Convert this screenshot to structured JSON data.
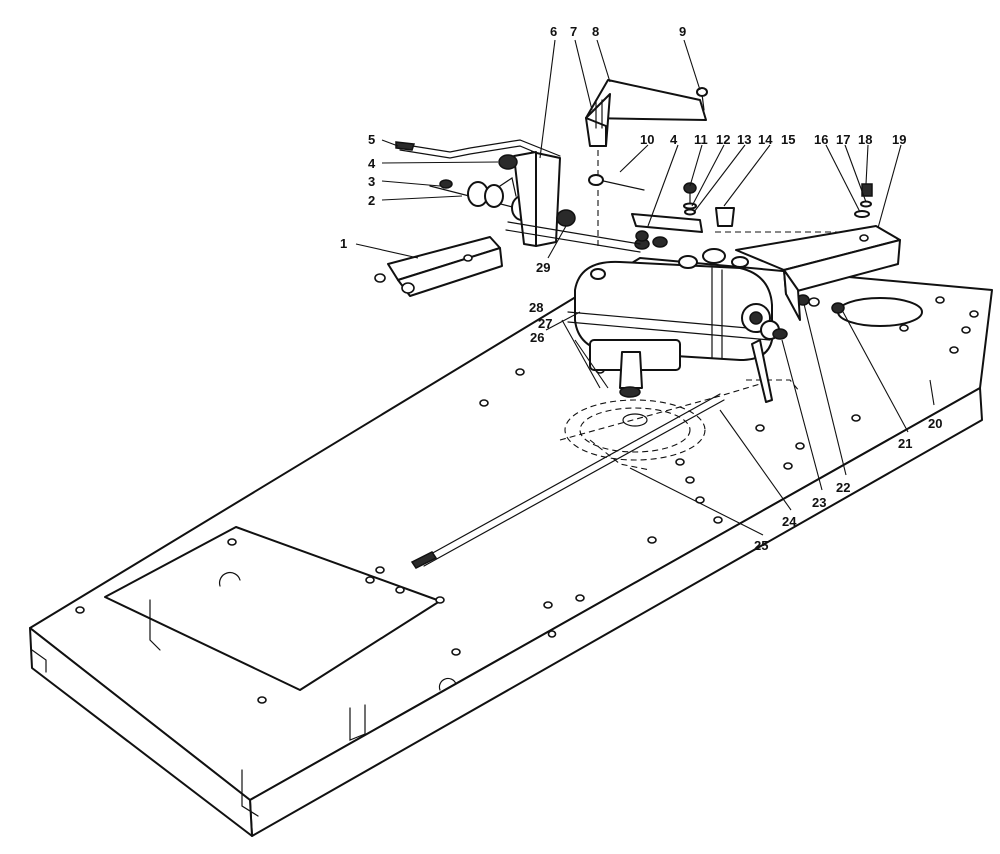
{
  "callouts": [
    {
      "id": "1",
      "label": "1"
    },
    {
      "id": "2",
      "label": "2"
    },
    {
      "id": "3",
      "label": "3"
    },
    {
      "id": "4",
      "label": "4"
    },
    {
      "id": "4b",
      "label": "4"
    },
    {
      "id": "5",
      "label": "5"
    },
    {
      "id": "6",
      "label": "6"
    },
    {
      "id": "7",
      "label": "7"
    },
    {
      "id": "8",
      "label": "8"
    },
    {
      "id": "9",
      "label": "9"
    },
    {
      "id": "10",
      "label": "10"
    },
    {
      "id": "11",
      "label": "11"
    },
    {
      "id": "12",
      "label": "12"
    },
    {
      "id": "13",
      "label": "13"
    },
    {
      "id": "14",
      "label": "14"
    },
    {
      "id": "15",
      "label": "15"
    },
    {
      "id": "16",
      "label": "16"
    },
    {
      "id": "17",
      "label": "17"
    },
    {
      "id": "18",
      "label": "18"
    },
    {
      "id": "19",
      "label": "19"
    },
    {
      "id": "20",
      "label": "20"
    },
    {
      "id": "21",
      "label": "21"
    },
    {
      "id": "22",
      "label": "22"
    },
    {
      "id": "23",
      "label": "23"
    },
    {
      "id": "24",
      "label": "24"
    },
    {
      "id": "25",
      "label": "25"
    },
    {
      "id": "26",
      "label": "26"
    },
    {
      "id": "27",
      "label": "27"
    },
    {
      "id": "28",
      "label": "28"
    },
    {
      "id": "29",
      "label": "29"
    }
  ]
}
